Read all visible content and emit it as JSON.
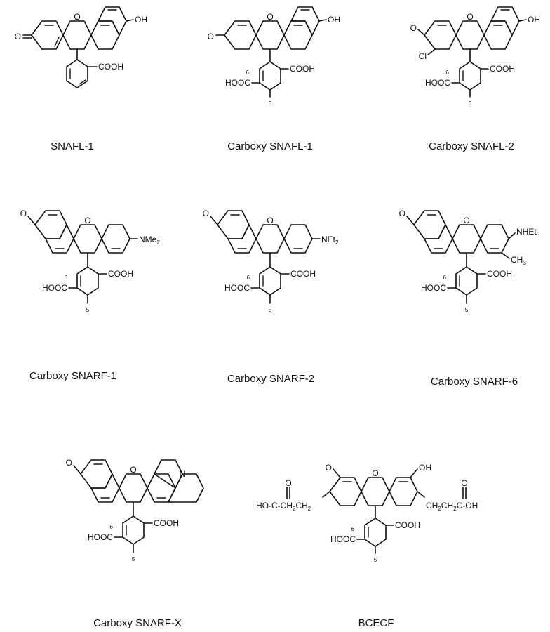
{
  "compounds": [
    {
      "id": "snafl-1",
      "caption": "SNAFL-1",
      "ring_atom": "O",
      "oxo": "O",
      "donor": "OH"
    },
    {
      "id": "carboxy-snafl-1",
      "caption": "Carboxy SNAFL-1",
      "ring_atom": "O",
      "oxo": "O",
      "donor": "OH",
      "acid": "COOH",
      "acid2": "HOOC",
      "pos6": "6",
      "pos5": "5"
    },
    {
      "id": "carboxy-snafl-2",
      "caption": "Carboxy SNAFL-2",
      "ring_atom": "O",
      "oxo": "O",
      "donor": "OH",
      "chloro": "Cl",
      "acid": "COOH",
      "acid2": "HOOC",
      "pos6": "6",
      "pos5": "5"
    },
    {
      "id": "carboxy-snarf-1",
      "caption": "Carboxy SNARF-1",
      "ring_atom": "O",
      "oxo": "O",
      "donor": "NMe",
      "donor_sub": "2",
      "acid": "COOH",
      "acid2": "HOOC",
      "pos6": "6",
      "pos5": "5"
    },
    {
      "id": "carboxy-snarf-2",
      "caption": "Carboxy SNARF-2",
      "ring_atom": "O",
      "oxo": "O",
      "donor": "NEt",
      "donor_sub": "2",
      "acid": "COOH",
      "acid2": "HOOC",
      "pos6": "6",
      "pos5": "5"
    },
    {
      "id": "carboxy-snarf-6",
      "caption": "Carboxy SNARF-6",
      "ring_atom": "O",
      "oxo": "O",
      "donor": "NHEt",
      "methyl": "CH",
      "methyl_sub": "3",
      "acid": "COOH",
      "acid2": "HOOC",
      "pos6": "6",
      "pos5": "5"
    },
    {
      "id": "carboxy-snarf-x",
      "caption": "Carboxy SNARF-X",
      "ring_atom": "O",
      "oxo": "O",
      "nitrogen": "N",
      "acid": "COOH",
      "acid2": "HOOC",
      "pos6": "6",
      "pos5": "5"
    },
    {
      "id": "bcecf",
      "caption": "BCECF",
      "ring_atom": "O",
      "oxo": "O",
      "donor": "OH",
      "left_chain": "HO-C-CH",
      "left_chain_sub": "2",
      "left_chain_end": "CH",
      "left_chain_end_sub": "2",
      "right_chain": "CH",
      "right_chain_sub": "2",
      "right_chain_mid": "CH",
      "right_chain_mid_sub": "2",
      "right_chain_end": "C-OH",
      "carbonyl_o": "O",
      "acid": "COOH",
      "acid2": "HOOC",
      "pos6": "6",
      "pos5": "5"
    }
  ]
}
